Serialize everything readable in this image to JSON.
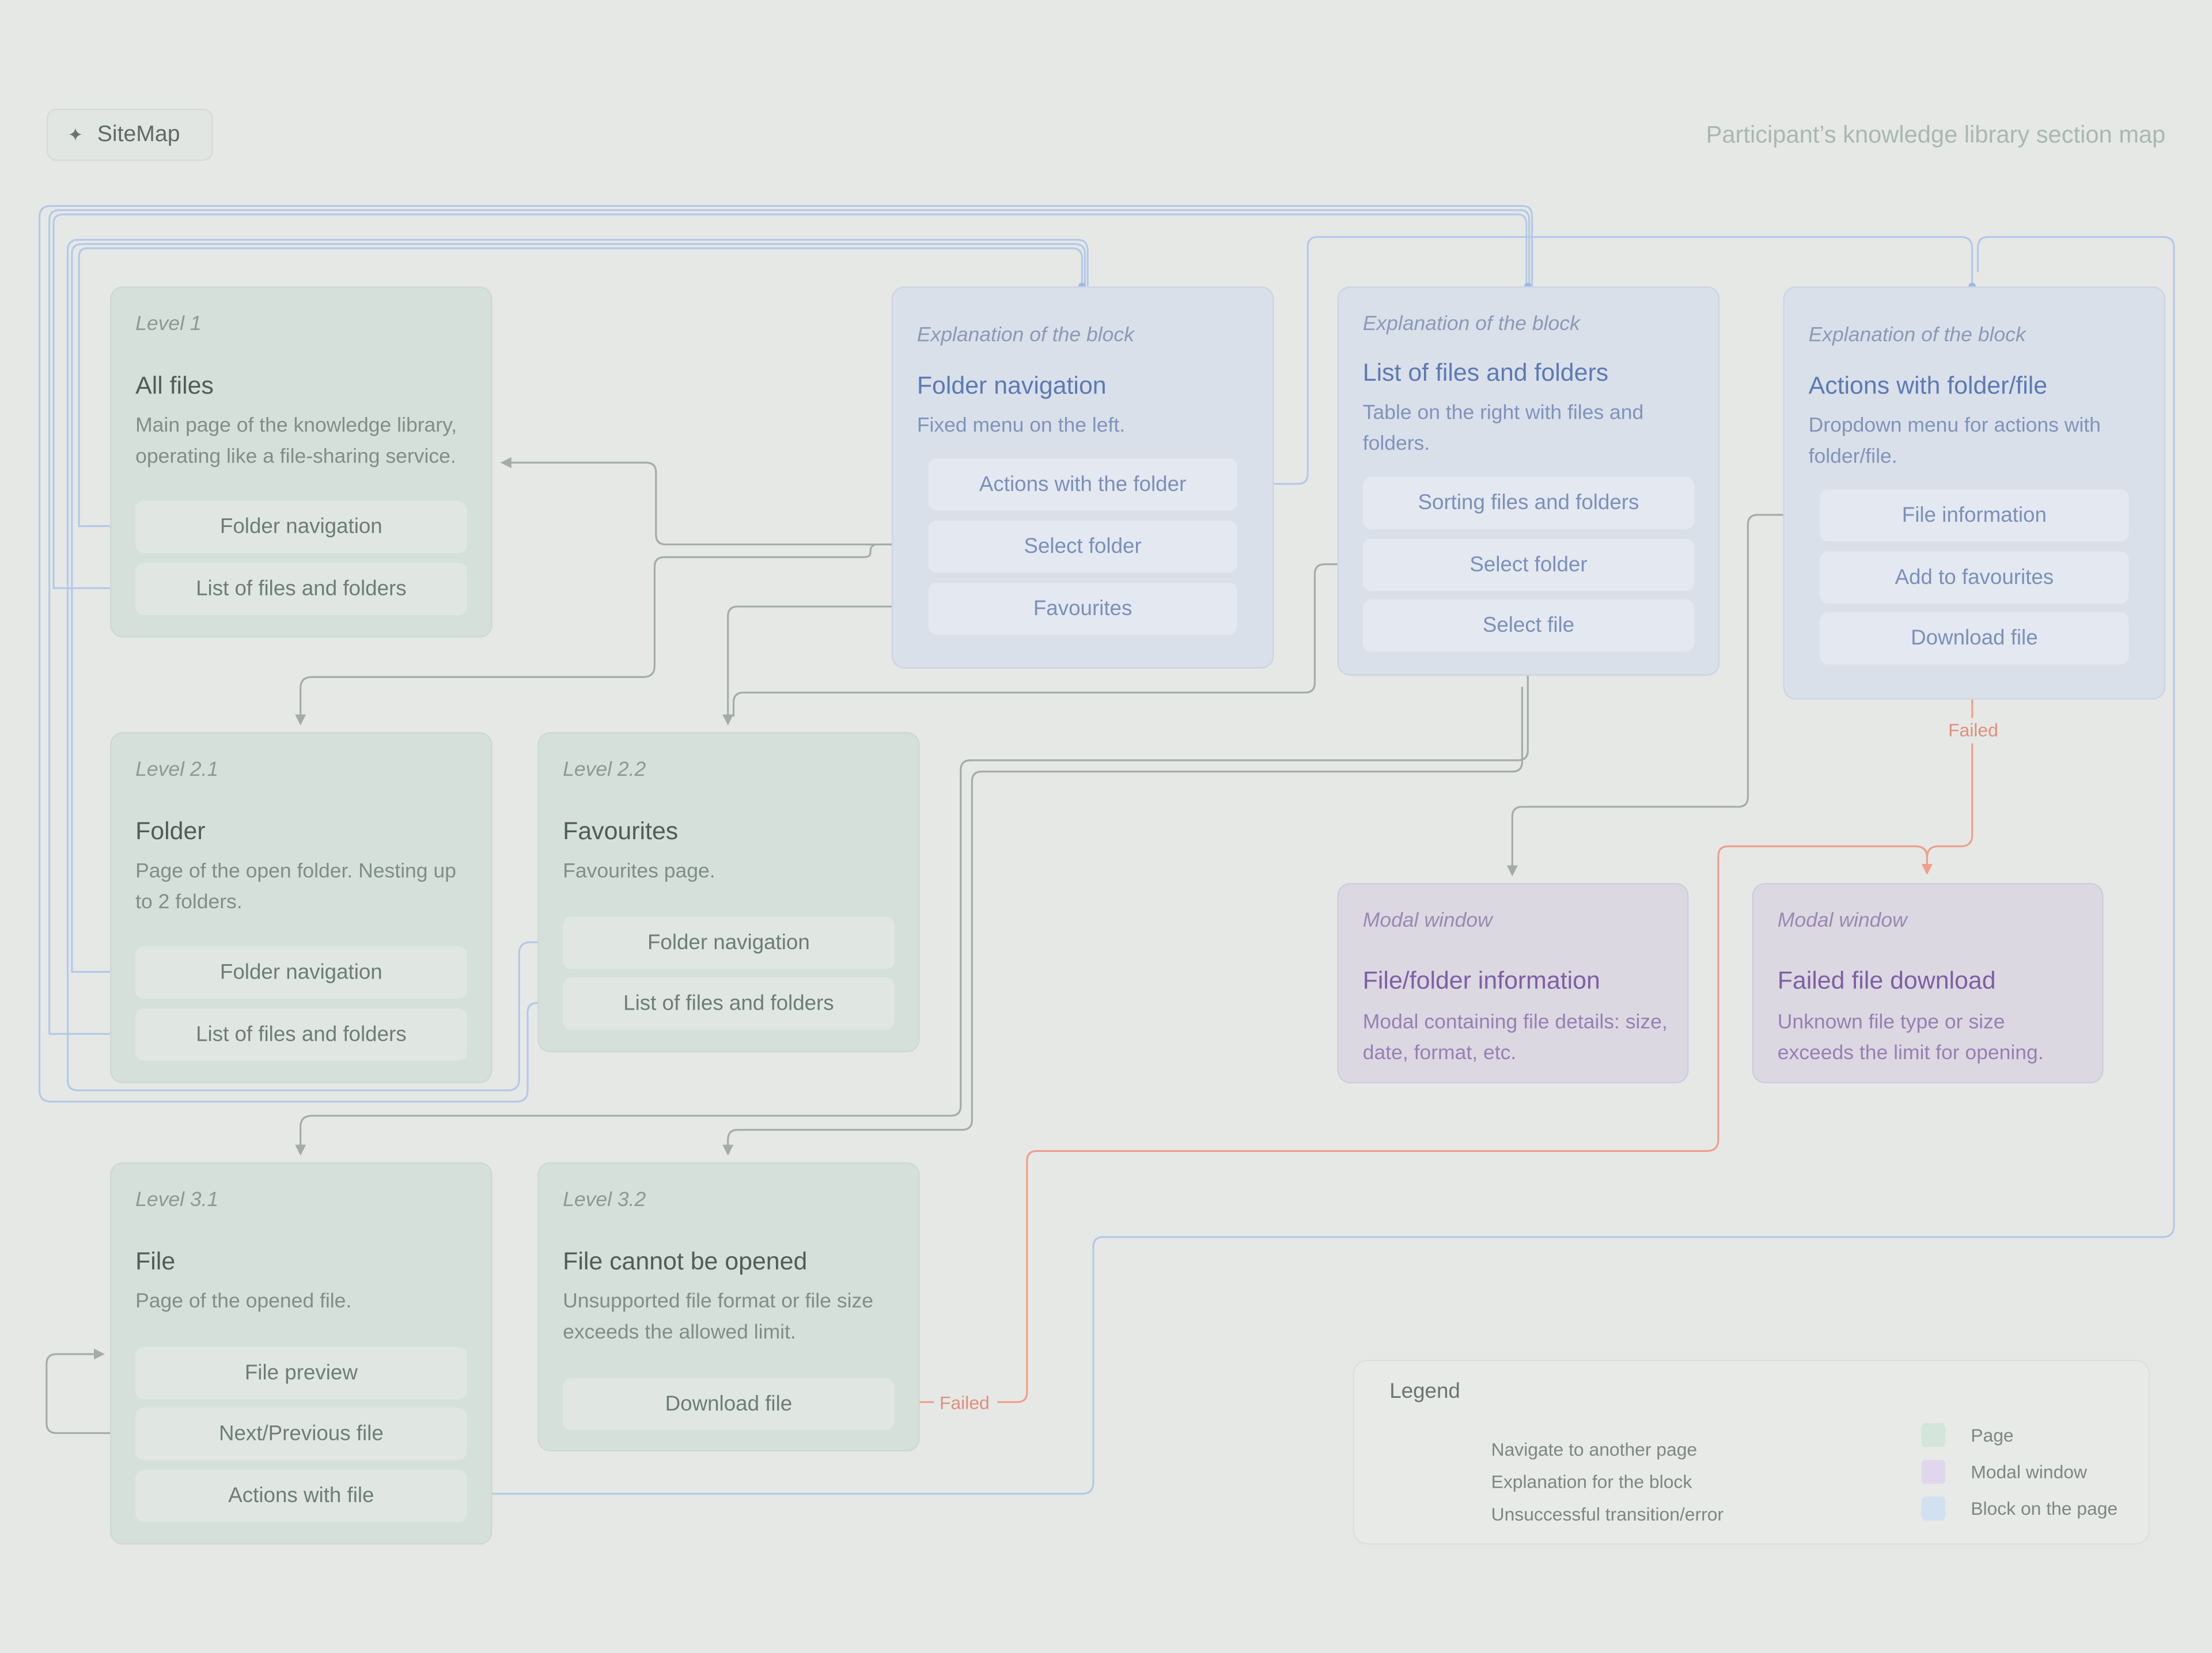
{
  "header": {
    "chip_label": "SiteMap",
    "chip_icon": "pin-icon",
    "caption": "Participant’s knowledge library section map"
  },
  "colors": {
    "navigate": "#9fa8a4",
    "explanation": "#a9c1e4",
    "error": "#ec9d87",
    "page": "#d2e6db",
    "modal": "#e2d6ee",
    "block": "#d2e1f2"
  },
  "cards": {
    "level1": {
      "kicker": "Level 1",
      "title": "All files",
      "desc": "Main page of the knowledge library, operating like a file-sharing service.",
      "items": [
        "Folder navigation",
        "List of files and folders"
      ]
    },
    "folder_nav": {
      "kicker": "Explanation of the block",
      "title": "Folder navigation",
      "desc": "Fixed menu on the left.",
      "items": [
        "Actions with the folder",
        "Select folder",
        "Favourites"
      ]
    },
    "files_list": {
      "kicker": "Explanation of the block",
      "title": "List of files and folders",
      "desc": "Table on the right with files and folders.",
      "items": [
        "Sorting files and folders",
        "Select folder",
        "Select file"
      ]
    },
    "actions": {
      "kicker": "Explanation of the block",
      "title": "Actions with folder/file",
      "desc": "Dropdown menu for actions with folder/file.",
      "items": [
        "File information",
        "Add to favourites",
        "Download file"
      ]
    },
    "level21": {
      "kicker": "Level 2.1",
      "title": "Folder",
      "desc": "Page of the open folder. Nesting up to 2 folders.",
      "items": [
        "Folder navigation",
        "List of files and folders"
      ]
    },
    "level22": {
      "kicker": "Level 2.2",
      "title": "Favourites",
      "desc": "Favourites page.",
      "items": [
        "Folder navigation",
        "List of files and folders"
      ]
    },
    "modal_info": {
      "kicker": "Modal window",
      "title": "File/folder information",
      "desc": "Modal containing file details: size, date, format, etc."
    },
    "modal_fail": {
      "kicker": "Modal window",
      "title": "Failed file download",
      "desc": "Unknown file type or size exceeds the limit for opening."
    },
    "level31": {
      "kicker": "Level 3.1",
      "title": "File",
      "desc": "Page of the opened file.",
      "items": [
        "File preview",
        "Next/Previous file",
        "Actions with file"
      ]
    },
    "level32": {
      "kicker": "Level 3.2",
      "title": "File cannot be opened",
      "desc": "Unsupported file format or file size exceeds the allowed limit.",
      "items": [
        "Download file"
      ]
    }
  },
  "failed_labels": [
    "Failed",
    "Failed"
  ],
  "legend": {
    "title": "Legend",
    "lines": [
      "Navigate to another page",
      "Explanation for the block",
      "Unsuccessful transition/error"
    ],
    "types": [
      "Page",
      "Modal window",
      "Block on the page"
    ]
  }
}
